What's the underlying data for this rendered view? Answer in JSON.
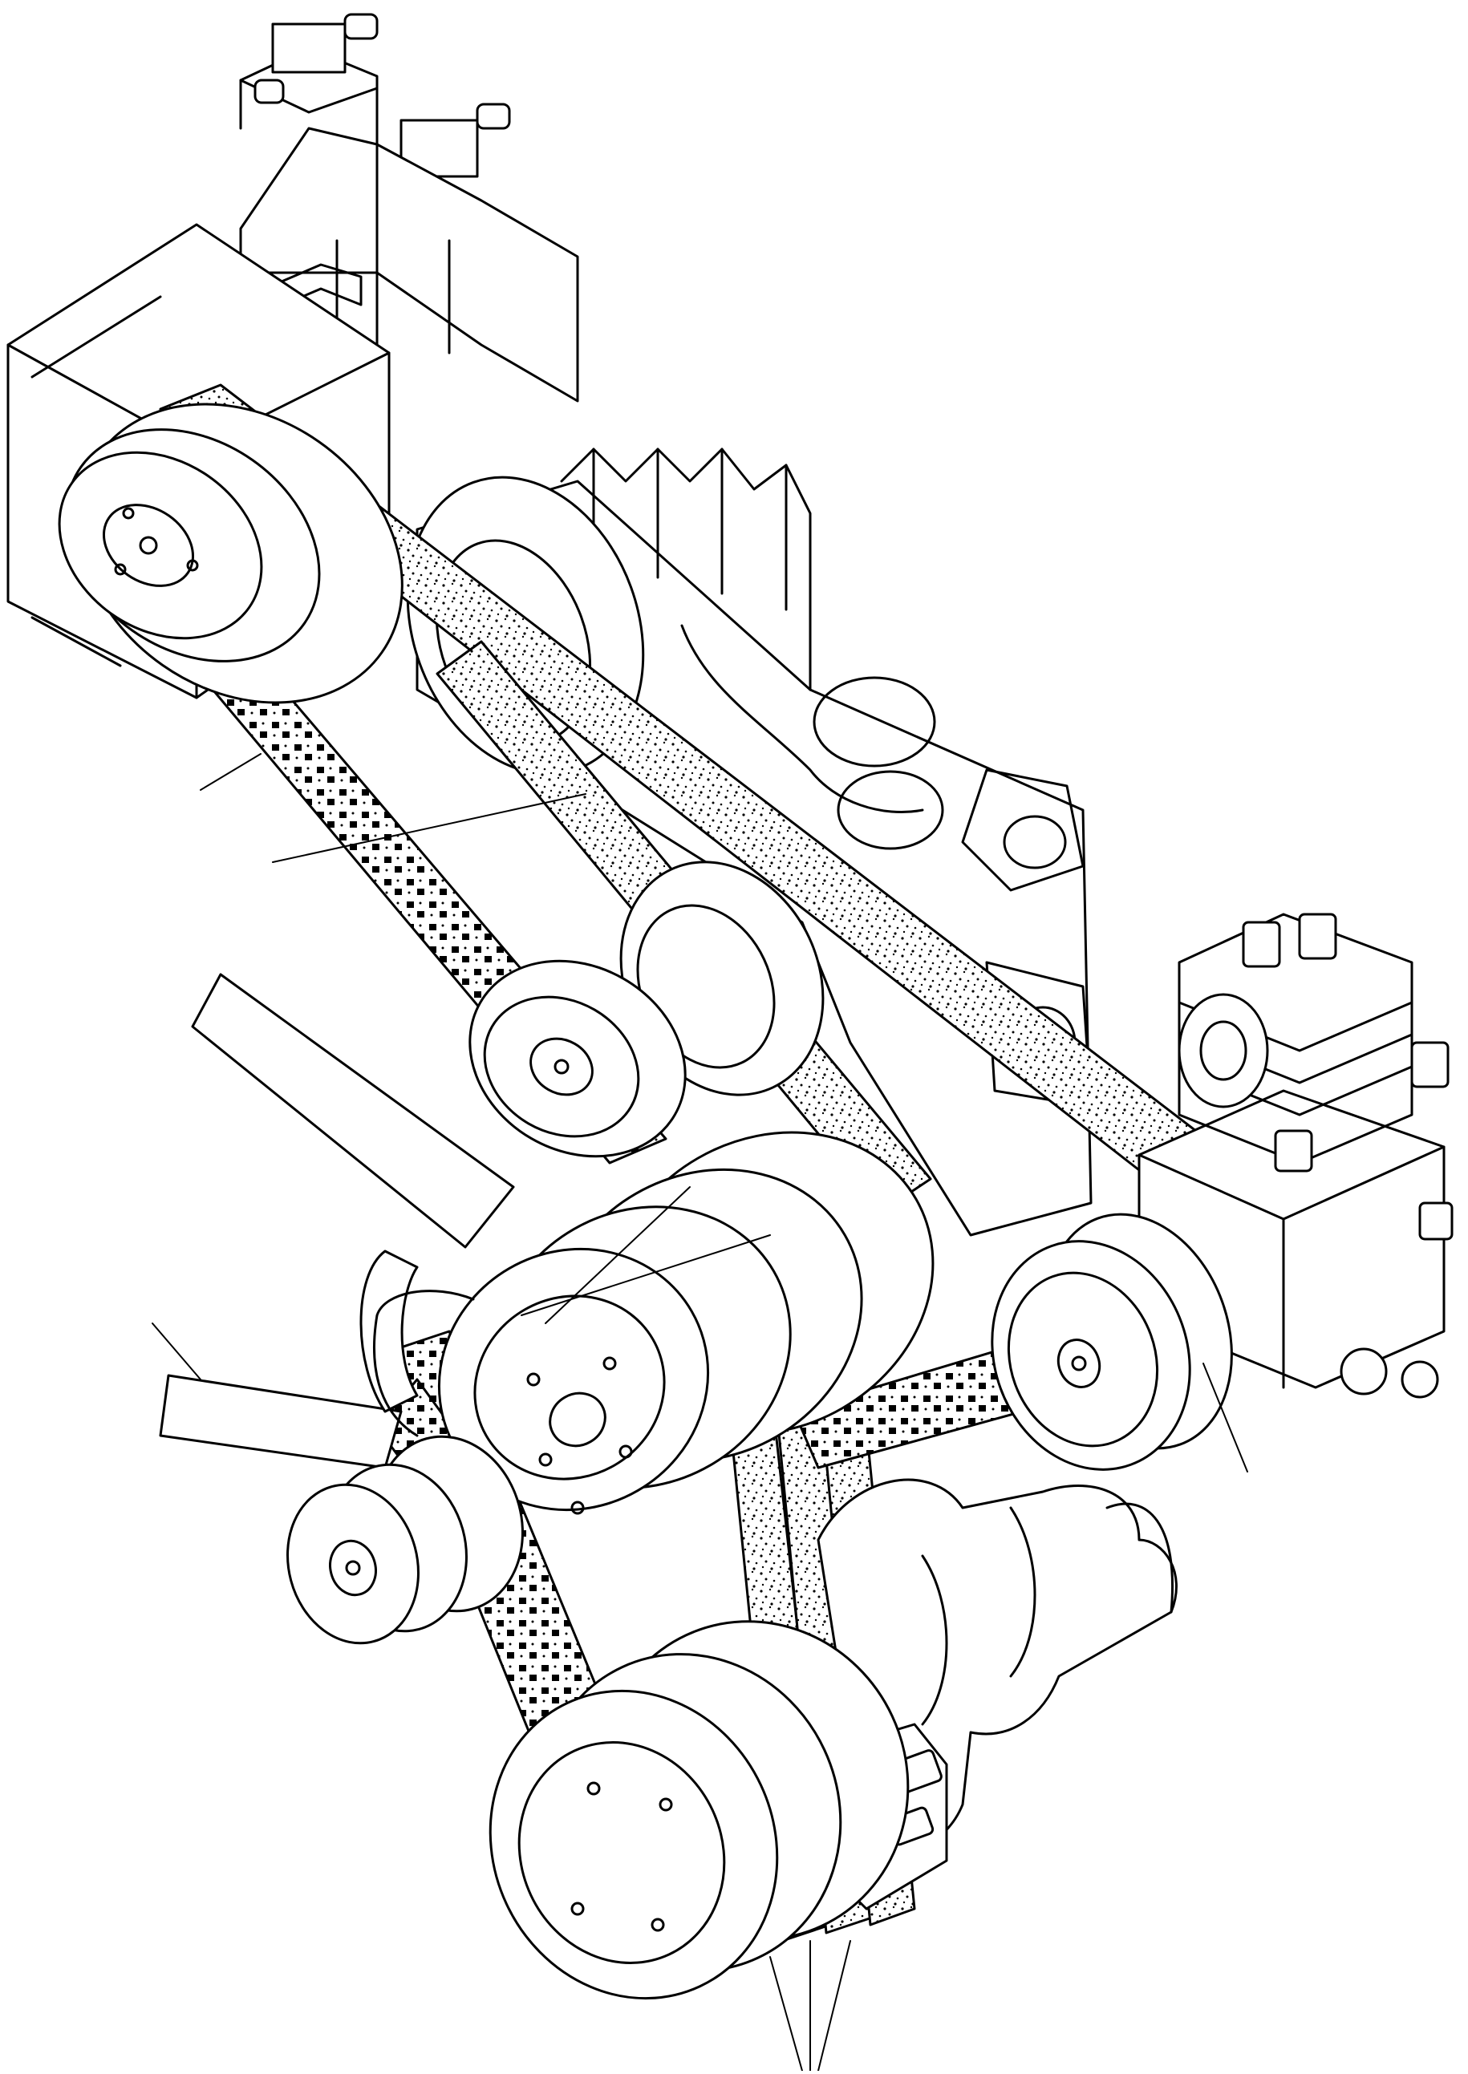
{
  "diagram": {
    "line_color": "#000000",
    "background": "#ffffff",
    "components": [
      "alternator",
      "upper-pulley",
      "idler-pulley",
      "tensioner-pulley",
      "engine-housing",
      "air-compressor",
      "compressor-pulley",
      "fan-blades",
      "fan-pulley",
      "small-pulley",
      "crankshaft",
      "crankshaft-pulley",
      "drive-belts",
      "leader-lines"
    ]
  }
}
